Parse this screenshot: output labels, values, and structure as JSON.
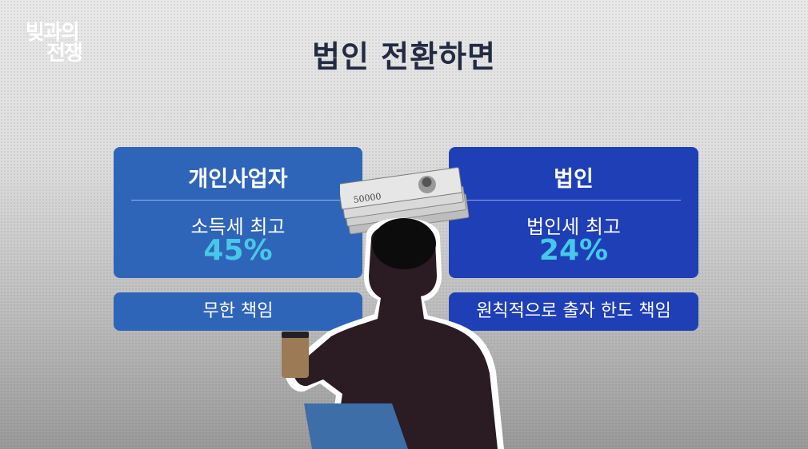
{
  "logo": {
    "line1": "빚과의",
    "line2": "전쟁"
  },
  "title": "법인 전환하면",
  "cards": {
    "individual": {
      "heading": "개인사업자",
      "tax_label": "소득세 최고",
      "tax_rate": "45%",
      "liability": "무한 책임"
    },
    "corporation": {
      "heading": "법인",
      "tax_label": "법인세 최고",
      "tax_rate": "24%",
      "liability": "원칙적으로 출자 한도 책임"
    }
  },
  "illustration": {
    "banknote_label": "50000",
    "colors": {
      "individual_card": "#2f65b8",
      "corporation_card": "#1f3fb6",
      "accent_value": "#47c8e8",
      "title": "#232b42"
    }
  }
}
